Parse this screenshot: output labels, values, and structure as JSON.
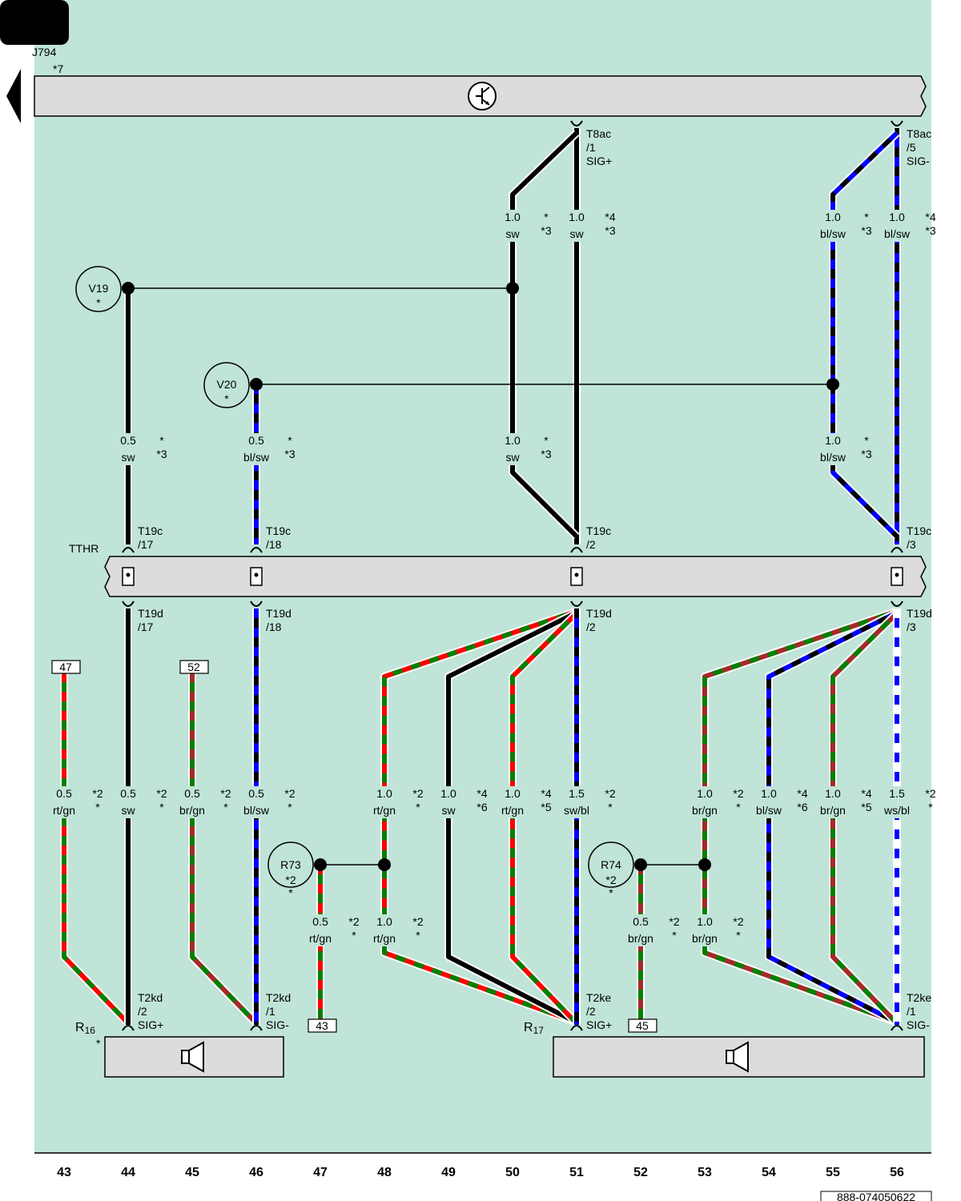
{
  "component_top": {
    "id": "J794",
    "note": "*7"
  },
  "connector_housing": "TTHR",
  "connectors": {
    "t8ac_1": [
      "T8ac",
      "/1",
      "SIG+"
    ],
    "t8ac_5": [
      "T8ac",
      "/5",
      "SIG-"
    ],
    "t19c_17": [
      "T19c",
      "/17"
    ],
    "t19c_18": [
      "T19c",
      "/18"
    ],
    "t19c_2": [
      "T19c",
      "/2"
    ],
    "t19c_3": [
      "T19c",
      "/3"
    ],
    "t19d_17": [
      "T19d",
      "/17"
    ],
    "t19d_18": [
      "T19d",
      "/18"
    ],
    "t19d_2": [
      "T19d",
      "/2"
    ],
    "t19d_3": [
      "T19d",
      "/3"
    ],
    "t2kd_2": [
      "T2kd",
      "/2",
      "SIG+"
    ],
    "t2kd_1": [
      "T2kd",
      "/1",
      "SIG-"
    ],
    "t2ke_2": [
      "T2ke",
      "/2",
      "SIG+"
    ],
    "t2ke_1": [
      "T2ke",
      "/1",
      "SIG-"
    ]
  },
  "circles": {
    "v19": {
      "label": "V19",
      "note": "*"
    },
    "v20": {
      "label": "V20",
      "note": "*"
    },
    "r73": {
      "label": "R73",
      "note": "*2",
      "note2": "*"
    },
    "r74": {
      "label": "R74",
      "note": "*2",
      "note2": "*"
    }
  },
  "speakers": {
    "r16": {
      "label": "R",
      "sub": "16",
      "note": "*"
    },
    "r17": {
      "label": "R",
      "sub": "17"
    }
  },
  "boxes": {
    "b47": "47",
    "b52": "52",
    "b43": "43",
    "b45": "45"
  },
  "wire_labels": {
    "w50a": [
      "1.0",
      "sw",
      "*",
      "*3"
    ],
    "w51a": [
      "1.0",
      "sw",
      "*4",
      "*3"
    ],
    "w55a": [
      "1.0",
      "bl/sw",
      "*",
      "*3"
    ],
    "w56a": [
      "1.0",
      "bl/sw",
      "*4",
      "*3"
    ],
    "w44a": [
      "0.5",
      "sw",
      "*",
      "*3"
    ],
    "w46a": [
      "0.5",
      "bl/sw",
      "*",
      "*3"
    ],
    "w50b": [
      "1.0",
      "sw",
      "*",
      "*3"
    ],
    "w55b": [
      "1.0",
      "bl/sw",
      "*",
      "*3"
    ],
    "w43c": [
      "0.5",
      "rt/gn",
      "*2",
      "*"
    ],
    "w44c": [
      "0.5",
      "sw",
      "*2",
      "*"
    ],
    "w45c": [
      "0.5",
      "br/gn",
      "*2",
      "*"
    ],
    "w46c": [
      "0.5",
      "bl/sw",
      "*2",
      "*"
    ],
    "w48c": [
      "1.0",
      "rt/gn",
      "*2",
      "*"
    ],
    "w49c": [
      "1.0",
      "sw",
      "*4",
      "*6"
    ],
    "w50c": [
      "1.0",
      "rt/gn",
      "*4",
      "*5"
    ],
    "w51c": [
      "1.5",
      "sw/bl",
      "*2",
      "*"
    ],
    "w53c": [
      "1.0",
      "br/gn",
      "*2",
      "*"
    ],
    "w54c": [
      "1.0",
      "bl/sw",
      "*4",
      "*6"
    ],
    "w55c": [
      "1.0",
      "br/gn",
      "*4",
      "*5"
    ],
    "w56c": [
      "1.5",
      "ws/bl",
      "*2",
      "*"
    ],
    "w47d": [
      "0.5",
      "rt/gn",
      "*2",
      "*"
    ],
    "w48d": [
      "1.0",
      "rt/gn",
      "*2",
      "*"
    ],
    "w52d": [
      "0.5",
      "br/gn",
      "*2",
      "*"
    ],
    "w53d": [
      "1.0",
      "br/gn",
      "*2",
      "*"
    ]
  },
  "columns": [
    "43",
    "44",
    "45",
    "46",
    "47",
    "48",
    "49",
    "50",
    "51",
    "52",
    "53",
    "54",
    "55",
    "56"
  ],
  "drawing_id": "888-074050622",
  "colors": {
    "background": "#c0e4d8",
    "bar": "#dcdcdc",
    "sw": "#000000",
    "bl": "#0000ff",
    "rt": "#ff0000",
    "gn": "#008000",
    "br": "#a52a2a",
    "ws": "#ffffff"
  }
}
